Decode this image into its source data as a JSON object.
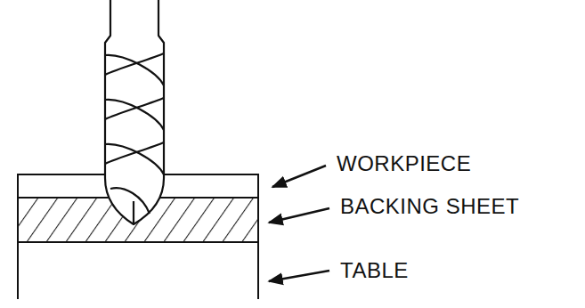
{
  "diagram": {
    "labels": [
      "WORKPIECE",
      "BACKING SHEET",
      "TABLE"
    ]
  }
}
